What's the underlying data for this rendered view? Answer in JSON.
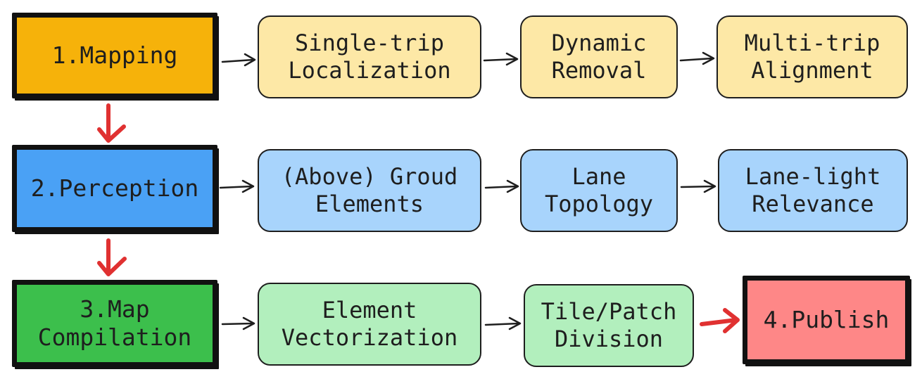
{
  "colors": {
    "mapping": "#f6b20a",
    "mapping_step": "#fde8a6",
    "perception": "#4aa1f5",
    "perception_step": "#a8d4fc",
    "compilation": "#3cbf4c",
    "compilation_step": "#b2efbd",
    "publish": "#fe8787",
    "stroke": "#1e1e1e",
    "red_arrow": "#e03131"
  },
  "rows": [
    {
      "stage": "1.Mapping",
      "steps": [
        "Single-trip\nLocalization",
        "Dynamic\nRemoval",
        "Multi-trip\nAlignment"
      ]
    },
    {
      "stage": "2.Perception",
      "steps": [
        "(Above) Groud\nElements",
        "Lane\nTopology",
        "Lane-light\nRelevance"
      ]
    },
    {
      "stage": "3.Map\nCompilation",
      "steps": [
        "Element\nVectorization",
        "Tile/Patch\nDivision"
      ]
    }
  ],
  "publish": "4.Publish"
}
